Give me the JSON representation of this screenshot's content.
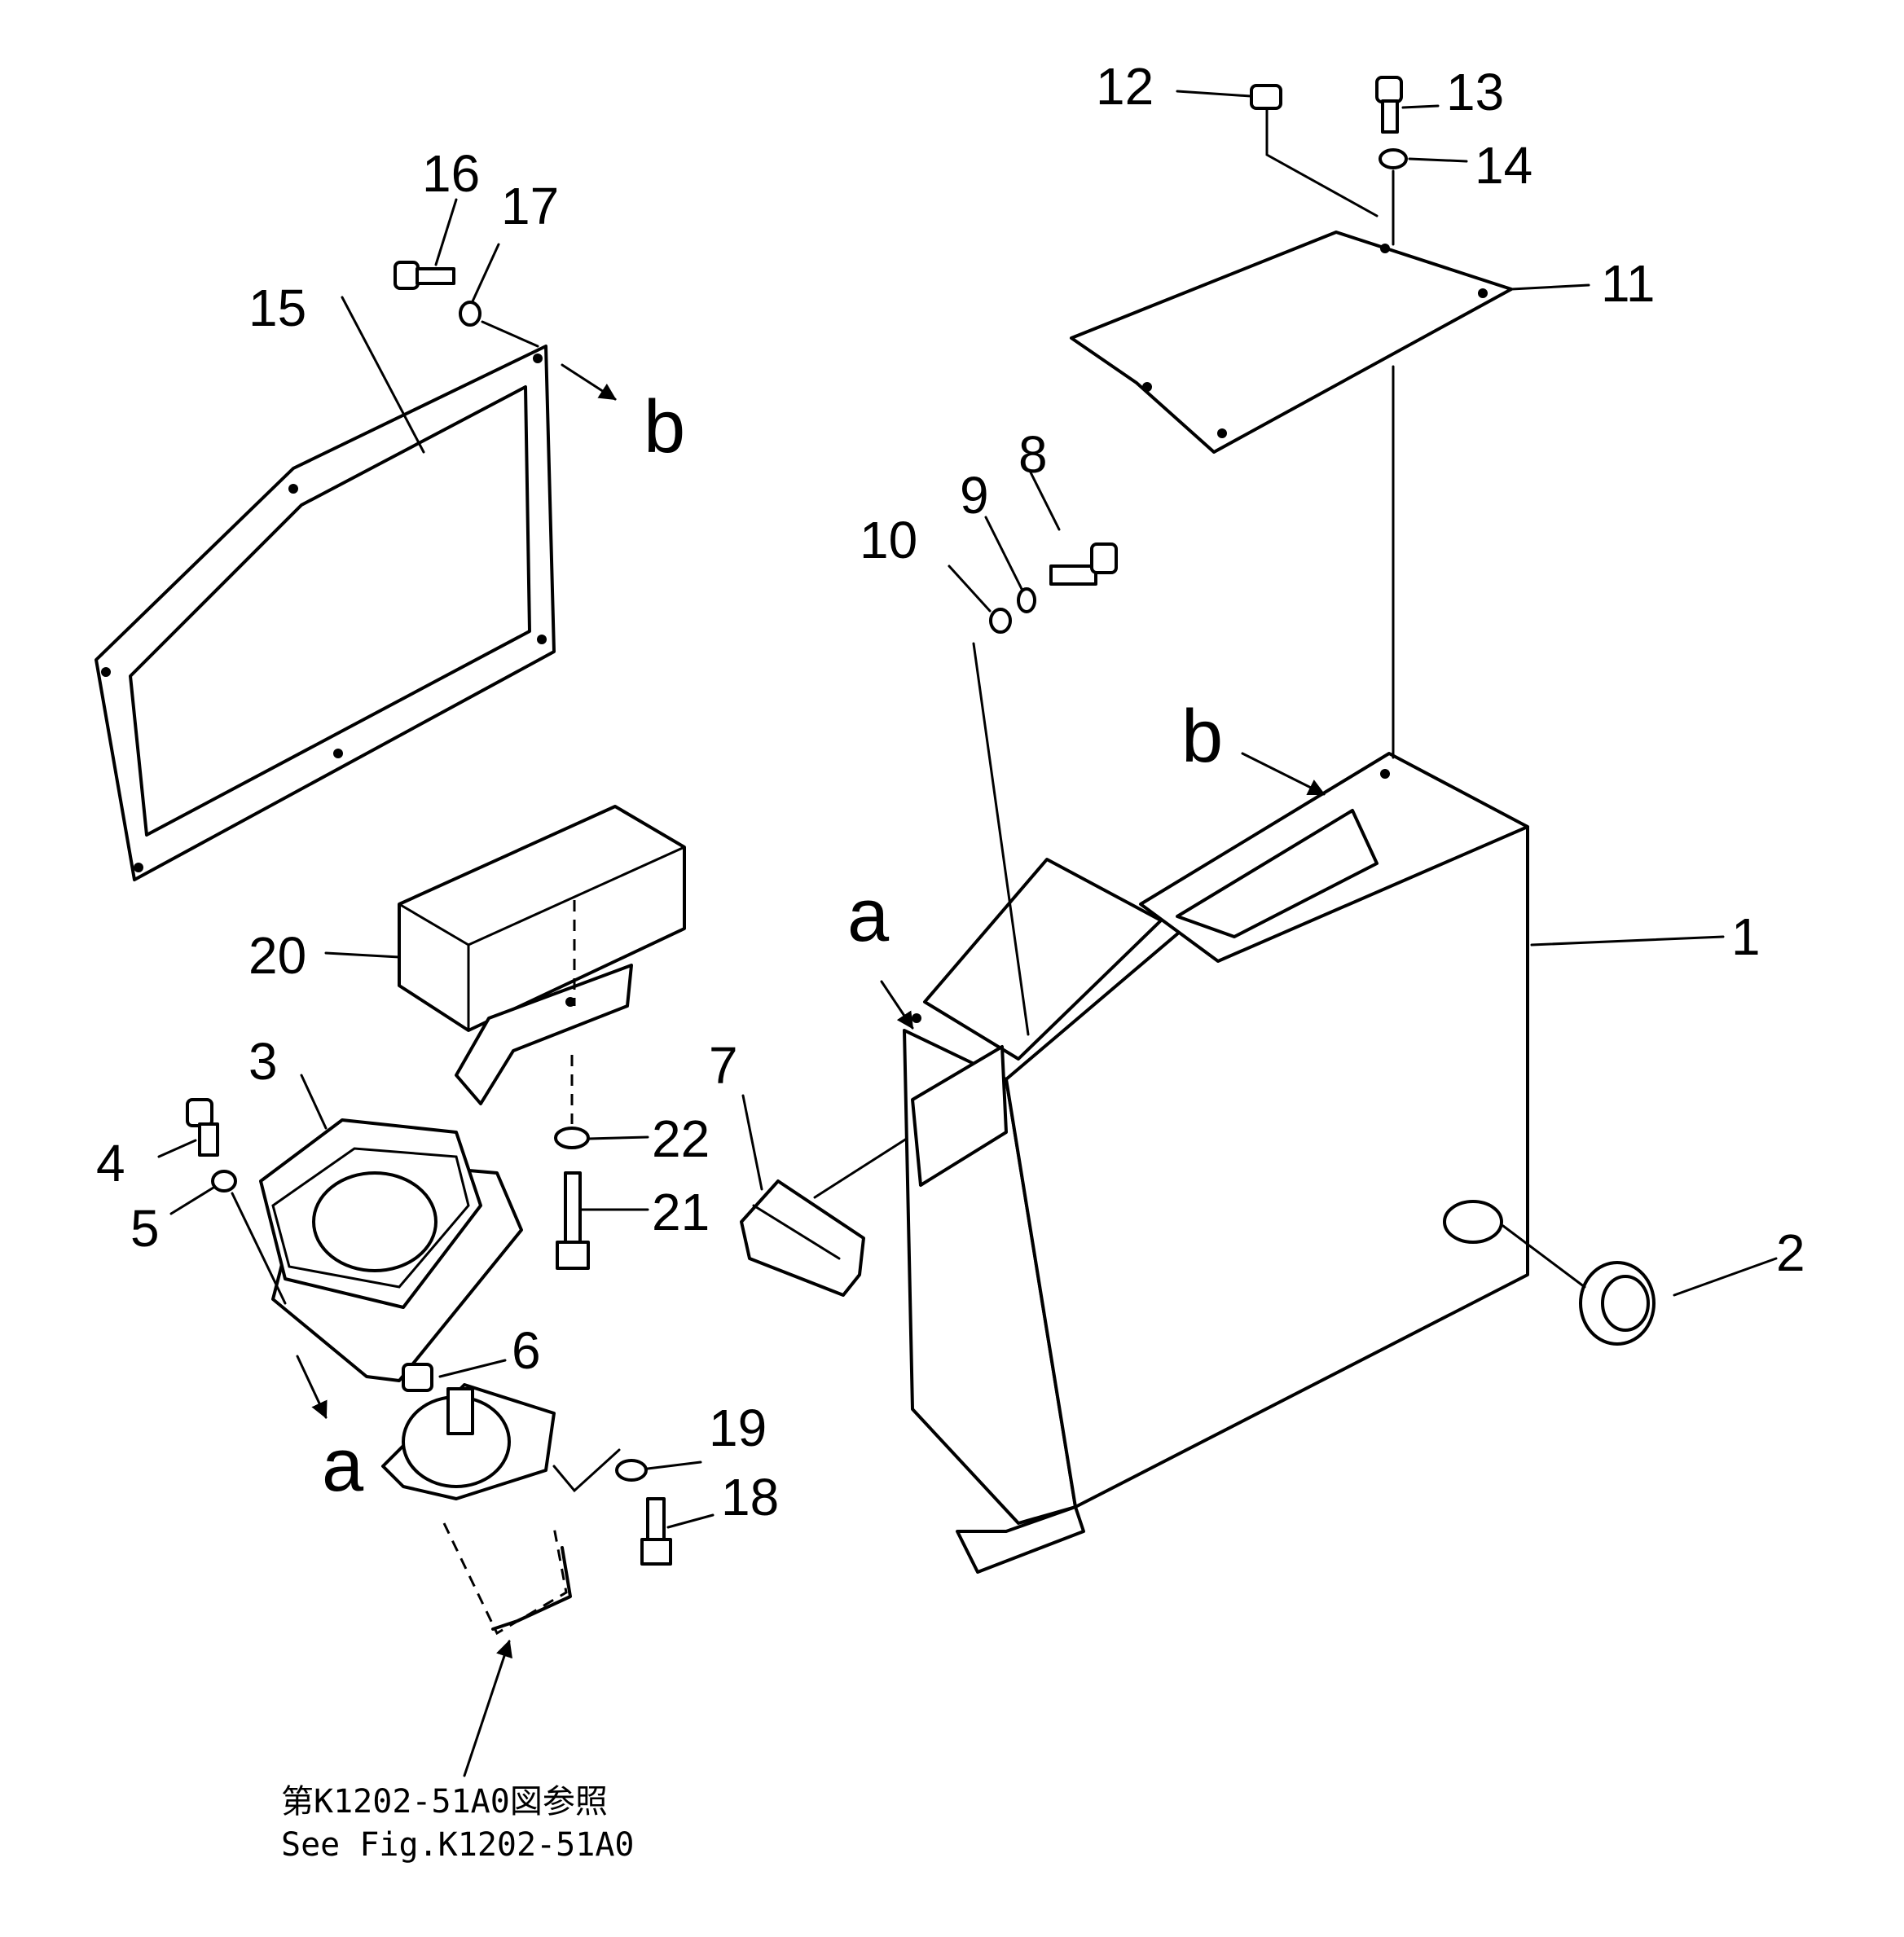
{
  "callouts": {
    "c1": "1",
    "c2": "2",
    "c3": "3",
    "c4": "4",
    "c5": "5",
    "c6": "6",
    "c7": "7",
    "c8": "8",
    "c9": "9",
    "c10": "10",
    "c11": "11",
    "c12": "12",
    "c13": "13",
    "c14": "14",
    "c15": "15",
    "c16": "16",
    "c17": "17",
    "c18": "18",
    "c19": "19",
    "c20": "20",
    "c21": "21",
    "c22": "22"
  },
  "markers": {
    "a_left": "a",
    "a_right": "a",
    "b_left": "b",
    "b_right": "b"
  },
  "reference": {
    "line_ja": "第K1202-51A0図参照",
    "line_en": "See Fig.K1202-51A0"
  }
}
